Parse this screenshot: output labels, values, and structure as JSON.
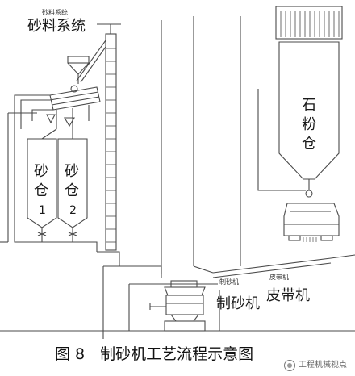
{
  "labels": {
    "sand_system_small": "砂料系统",
    "sand_system": "砂料系统",
    "stone_powder_silo": "石粉仓",
    "sand_silo_1": "砂仓",
    "sand_silo_1_no": "1",
    "sand_silo_2": "砂仓",
    "sand_silo_2_no": "2",
    "sand_maker_small": "制砂机",
    "sand_maker": "制砂机",
    "belt_small": "皮带机",
    "belt": "皮带机"
  },
  "caption": "图 8　制砂机工艺流程示意图",
  "watermark": "工程机械视点",
  "colors": {
    "line": "#4a4a4a",
    "text": "#1a1a1a"
  }
}
